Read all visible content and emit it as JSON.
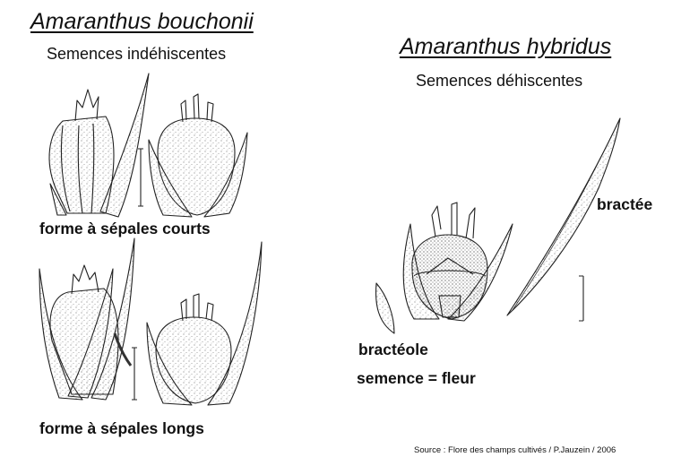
{
  "left": {
    "title": "Amaranthus bouchonii",
    "subtitle": "Semences indéhiscentes",
    "caption_short": "forme à sépales courts",
    "caption_long": "forme à sépales longs"
  },
  "right": {
    "title": "Amaranthus hybridus",
    "subtitle": "Semences déhiscentes",
    "label_bract": "bractée",
    "label_bracteole": "bractéole",
    "label_seed": "semence = fleur"
  },
  "source": "Source : Flore des champs cultivés / P.Jauzein / 2006"
}
